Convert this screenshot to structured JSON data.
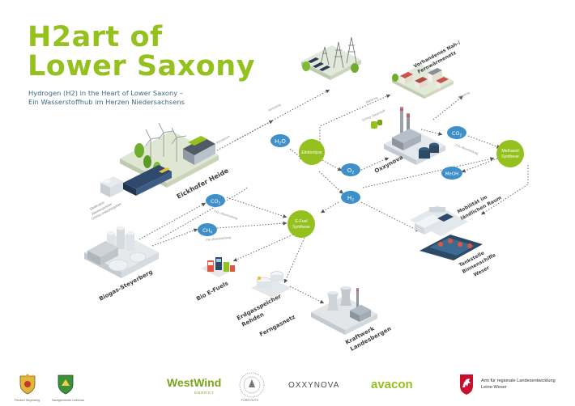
{
  "title": {
    "line1": "H2art of",
    "line2": "Lower Saxony"
  },
  "subtitle": {
    "line1": "Hydrogen (H2) in the Heart of Lower Saxony –",
    "line2": "Ein Wasserstoffhub im Herzen Niedersachsens"
  },
  "colors": {
    "green": "#95c11f",
    "darkgreen": "#7aa21a",
    "blue": "#3f8fc9",
    "text": "#3c3c3c",
    "muted": "#9a9a9a"
  },
  "nodes": {
    "h2o": {
      "base": "H",
      "sub": "2",
      "rest": "O"
    },
    "o2": {
      "base": "O",
      "sub": "2"
    },
    "h2": {
      "base": "H",
      "sub": "2"
    },
    "co2_top": {
      "base": "CO",
      "sub": "2"
    },
    "meoh": {
      "base": "MeOH"
    },
    "co2_left": {
      "base": "CO",
      "sub": "2"
    },
    "ch4": {
      "base": "CH",
      "sub": "4"
    },
    "elektrolyse": "Elektrolyse",
    "methanol_line1": "Methanol",
    "methanol_line2": "Synthese",
    "efuels_line1": "E-Fuel",
    "efuels_line2": "Synthese"
  },
  "places": {
    "eickhofer": "Eickhofer Heide",
    "biogas": "Biogas-Steyerberg",
    "bio_efuels": "Bio E-Fuels",
    "erdgas_line1": "Erdgasspeicher",
    "erdgas_line2": "Rehden",
    "ferngasnetz": "Ferngasnetz",
    "kraftwerk_line1": "Kraftwerk",
    "kraftwerk_line2": "Landesbergen",
    "oxxynova": "Oxxynova",
    "vorhandene_line1": "Vorhandenes Nah-/",
    "vorhandene_line2": "Fernwärmenetz",
    "mobilitaet_line1": "Mobilität im",
    "mobilitaet_line2": "ländlichen Raum",
    "tankstelle_line1": "Tankstelle",
    "tankstelle_line2": "Binnenschiffe",
    "tankstelle_line3": "Weser",
    "elektrolyse_left_line1": "Elektrolyse",
    "elektrolyse_left_line2": "Wärmespeicher",
    "elektrolyse_left_line3": "Grünes Industriegebiet"
  },
  "flows": {
    "windstrom": "Windstrom",
    "verteilung": "Verteilung",
    "abwaerme1": "Abwärme",
    "abwaerme2": "Abwärme",
    "co2_nutzung": "CO₂ Abscheidung",
    "ch4_nutzung": "CH₄-Bereitstellung",
    "co2_nutzung2": "CO₂-Abscheidung",
    "gruener_sauerstoff": "Grüner Sauerstoff"
  },
  "footer": {
    "logo1_caption": "Flecken Steyerberg",
    "logo2_caption": "Samtgemeinde Liebenau",
    "westwind": "WestWind",
    "westwind_sub": "ENERGY",
    "forstguts": "FORSTGUTS",
    "oxxynova": "OXXYNOVA",
    "avacon": "avacon",
    "amt_line1": "Amt für regionale Landesentwicklung",
    "amt_line2": "Leine-Weser"
  }
}
